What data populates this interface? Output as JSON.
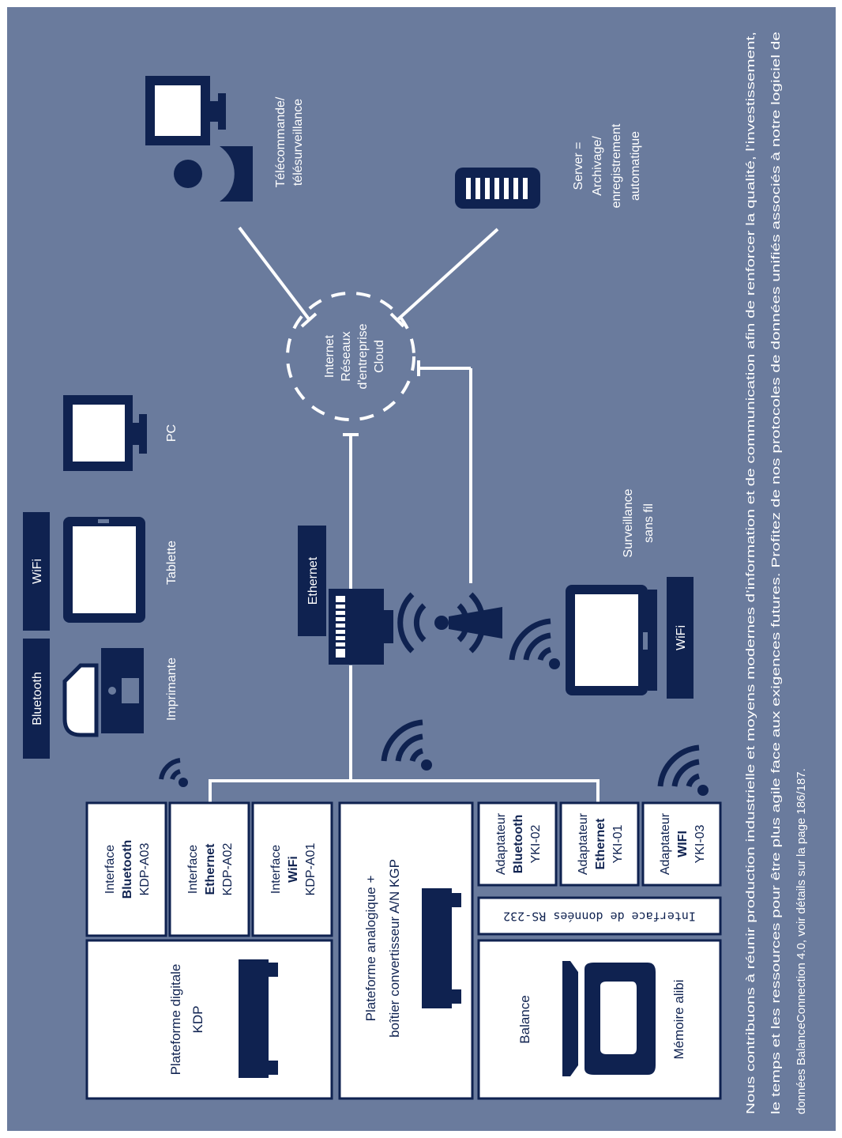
{
  "colors": {
    "background": "#6a7b9d",
    "navy": "#0f2250",
    "box": "#ffffff",
    "line": "#ffffff"
  },
  "devices": {
    "bluetooth_tag": "Bluetooth",
    "wifi_tag": "WiFi",
    "printer": "Imprimante",
    "tablet": "Tablette",
    "pc": "PC",
    "ethernet_tag": "Ethernet",
    "wireless_wifi_tag": "WiFi",
    "wireless_monitoring": [
      "Surveillance",
      "sans fil"
    ]
  },
  "network": {
    "cloud_lines": [
      "Internet",
      "Réseaux",
      "d'entreprise",
      "Cloud"
    ],
    "remote_control": [
      "Télécommande/",
      "télésurveillance"
    ],
    "server": [
      "Server =",
      "Archivage/",
      "enregistrement",
      "automatique"
    ]
  },
  "interfaces": {
    "prefix": "Interface",
    "bluetooth": {
      "kind": "Bluetooth",
      "model": "KDP-A03"
    },
    "ethernet": {
      "kind": "Ethernet",
      "model": "KDP-A02"
    },
    "wifi": {
      "kind": "WiFi",
      "model": "KDP-A01"
    }
  },
  "adapters": {
    "prefix": "Adaptateur",
    "bluetooth": {
      "kind": "Bluetooth",
      "model": "YKI-02"
    },
    "ethernet": {
      "kind": "Ethernet",
      "model": "YKI-01"
    },
    "wifi": {
      "kind": "WIFI",
      "model": "YKI-03"
    }
  },
  "platforms": {
    "digital": [
      "Plateforme digitale",
      "KDP"
    ],
    "analog": [
      "Plateforme analogique +",
      "boîtier convertisseur A/N KGP"
    ],
    "rs232": "Interface de données RS-232",
    "balance": "Balance",
    "memory": "Mémoire alibi"
  },
  "footer_lines": [
    "Nous contribuons à réunir production industrielle et moyens modernes d’information et de communication afin de renforcer la qualité, l’investissement,",
    "le temps et les ressources pour être plus agile face aux exigences futures. Profitez de nos protocoles de données unifiés associés à notre logiciel de",
    "données BalanceConnection 4.0, voir détails sur la page 186/187."
  ]
}
